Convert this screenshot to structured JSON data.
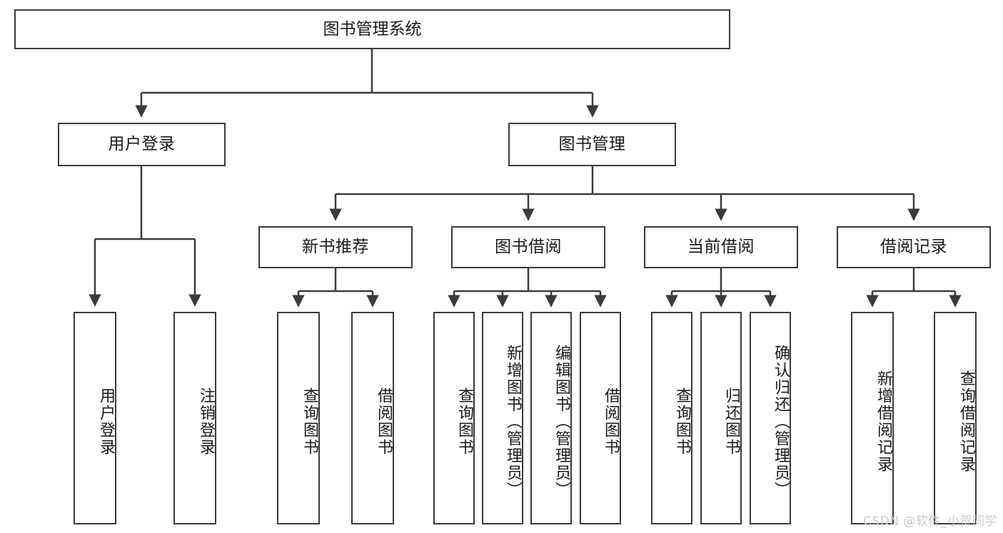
{
  "diagram": {
    "title": "图书管理系统",
    "type": "hierarchy-tree",
    "colors": {
      "stroke": "#3b3b3b",
      "fill": "#ffffff",
      "text": "#1a1a1a",
      "watermark": "#c9c9c9"
    },
    "root": {
      "label": "图书管理系统"
    },
    "level2": [
      {
        "label": "用户登录"
      },
      {
        "label": "图书管理"
      }
    ],
    "level3": [
      {
        "label": "新书推荐"
      },
      {
        "label": "图书借阅"
      },
      {
        "label": "当前借阅"
      },
      {
        "label": "借阅记录"
      }
    ],
    "leaves": {
      "user_login": [
        {
          "label": "用户登录"
        },
        {
          "label": "注销登录"
        }
      ],
      "new_book_recommend": [
        {
          "label": "查询图书"
        },
        {
          "label": "借阅图书"
        }
      ],
      "book_borrow": [
        {
          "label": "查询图书"
        },
        {
          "label": "新增图书（管理员）"
        },
        {
          "label": "编辑图书（管理员）"
        },
        {
          "label": "借阅图书"
        }
      ],
      "current_borrow": [
        {
          "label": "查询图书"
        },
        {
          "label": "归还图书"
        },
        {
          "label": "确认归还（管理员）"
        }
      ],
      "borrow_record": [
        {
          "label": "新增借阅记录"
        },
        {
          "label": "查询借阅记录"
        }
      ]
    }
  },
  "watermark": {
    "text": "CSDN @软件_小贺同学"
  }
}
